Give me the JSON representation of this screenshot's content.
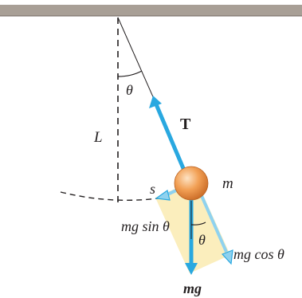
{
  "diagram": {
    "labels": {
      "angle_top": "θ",
      "length": "L",
      "tension": "T",
      "mass": "m",
      "arc": "s",
      "weight": "mg",
      "tangential": "mg sin θ",
      "radial": "mg cos θ",
      "angle_bottom": "θ"
    },
    "colors": {
      "ceiling": "#a89f96",
      "force_arrow": "#29a8e0",
      "component_arrow": "#8fd2ef",
      "component_box": "#fbeebd",
      "bob": "#f2a055",
      "line": "#231f20"
    }
  }
}
